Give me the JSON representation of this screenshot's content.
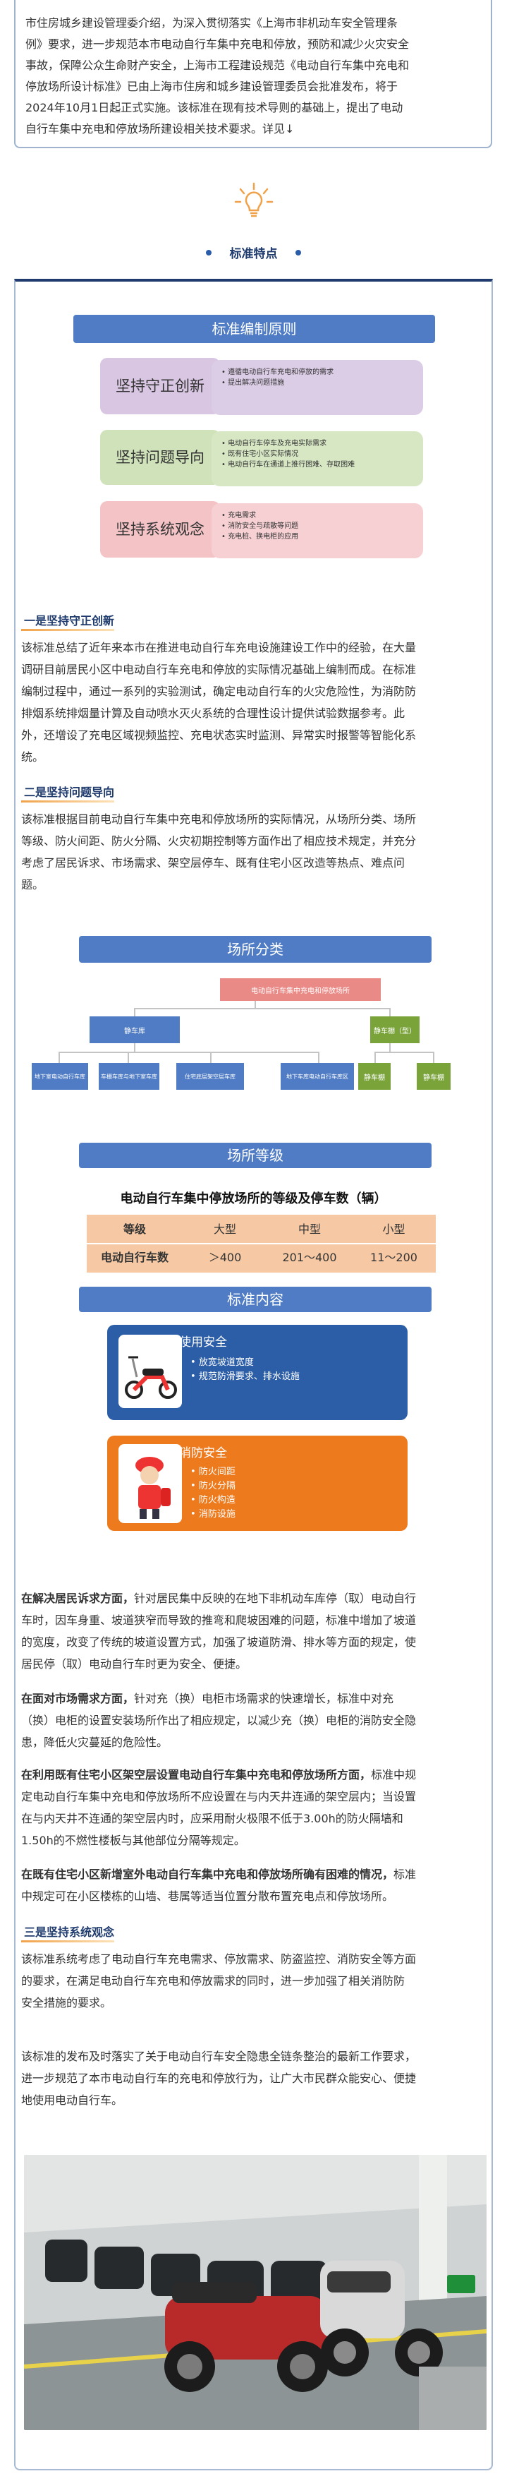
{
  "intro": {
    "lines": [
      "市住房城乡建设管理委介绍，为深入贯彻落实《上海市非机动车安全管理条",
      "例》要求，进一步规范本市电动自行车集中充电和停放，预防和减少火灾安全",
      "事故，保障公众生命财产安全，上海市工程建设规范《电动自行车集中充电和",
      "停放场所设计标准》已由上海市住房和城乡建设管理委员会批准发布，将于",
      "2024年10月1日起正式实施。该标准在现有技术导则的基础上，提出了电动",
      "自行车集中充电和停放场所建设相关技术要求。详见↓"
    ]
  },
  "section_title": "标准特点",
  "principles": {
    "banner": "标准编制原则",
    "rows": [
      {
        "label": "坚持守正创新",
        "items": [
          "遵循电动自行车充电和停放的需求",
          "提出解决问题措施"
        ]
      },
      {
        "label": "坚持问题导向",
        "items": [
          "电动自行车停车及充电实际需求",
          "既有住宅小区实际情况",
          "电动自行车在通道上推行困难、存取困难"
        ]
      },
      {
        "label": "坚持系统观念",
        "items": [
          "充电需求",
          "消防安全与疏散等问题",
          "充电桩、换电柜的应用"
        ]
      }
    ]
  },
  "h1": "一是坚持守正创新",
  "p1": [
    "该标准总结了近年来本市在推进电动自行车充电设施建设工作中的经验，在大量",
    "调研目前居民小区中电动自行车充电和停放的实际情况基础上编制而成。在标准",
    "编制过程中，通过一系列的实验测试，确定电动自行车的火灾危险性，为消防防",
    "排烟系统排烟量计算及自动喷水灭火系统的合理性设计提供试验数据参考。此",
    "外，还增设了充电区域视频监控、充电状态实时监测、异常实时报警等智能化系",
    "统。"
  ],
  "h2": "二是坚持问题导向",
  "p2": [
    "该标准根据目前电动自行车集中充电和停放场所的实际情况，从场所分类、场所",
    "等级、防火间距、防火分隔、火灾初期控制等方面作出了相应技术规定，并充分",
    "考虑了居民诉求、市场需求、架空层停车、既有住宅小区改造等热点、难点问",
    "题。"
  ],
  "classification": {
    "banner": "场所分类",
    "root": "电动自行车集中充电和停放场所",
    "indoor": "静车库",
    "outdoor": "静车棚（型）",
    "indoor_children": [
      "地下室电动自行车库",
      "车棚车库与地下室车库",
      "住宅底层架空层车库",
      "地下车库电动自行车库区"
    ],
    "outdoor_children": [
      "静车棚",
      "静车棚"
    ]
  },
  "grade": {
    "banner": "场所等级",
    "table_title": "电动自行车集中停放场所的等级及停车数（辆）",
    "headers": [
      "等级",
      "大型",
      "中型",
      "小型"
    ],
    "row": [
      "电动自行车数",
      "＞400",
      "201～400",
      "11～200"
    ]
  },
  "content": {
    "banner": "标准内容",
    "use_title": "使用安全",
    "use_items": [
      "放宽坡道宽度",
      "规范防滑要求、排水设施"
    ],
    "fire_title": "消防安全",
    "fire_items": [
      "防火间距",
      "防火分隔",
      "防火构造",
      "消防设施"
    ]
  },
  "para_a": {
    "lead": "在解决居民诉求方面，",
    "lines": [
      "针对居民集中反映的在地下非机动车库停（取）电动自行",
      "车时，因车身重、坡道狭窄而导致的推弯和爬坡困难的问题，标准中增加了坡道",
      "的宽度，改变了传统的坡道设置方式，加强了坡道防滑、排水等方面的规定，使",
      "居民停（取）电动自行车时更为安全、便捷。"
    ]
  },
  "para_b": {
    "lead": "在面对市场需求方面，",
    "lines": [
      "针对充（换）电柜市场需求的快速增长，标准中对充",
      "（换）电柜的设置安装场所作出了相应规定，以减少充（换）电柜的消防安全隐",
      "患，降低火灾蔓延的危险性。"
    ]
  },
  "para_c": {
    "lead": "在利用既有住宅小区架空层设置电动自行车集中充电和停放场所方面，",
    "lines": [
      "标准中规",
      "定电动自行车集中充电和停放场所不应设置在与内天井连通的架空层内；当设置",
      "在与内天井不连通的架空层内时，应采用耐火极限不低于3.00h的防火隔墙和",
      "1.50h的不燃性楼板与其他部位分隔等规定。"
    ]
  },
  "para_d": {
    "lead": "在既有住宅小区新增室外电动自行车集中充电和停放场所确有困难的情况，",
    "lines": [
      "标准",
      "中规定可在小区楼栋的山墙、巷属等适当位置分散布置充电点和停放场所。"
    ]
  },
  "h3": "三是坚持系统观念",
  "p3": [
    "该标准系统考虑了电动自行车充电需求、停放需求、防盗监控、消防安全等方面",
    "的要求，在满足电动自行车充电和停放需求的同时，进一步加强了相关消防防",
    "安全措施的要求。"
  ],
  "p4": [
    "该标准的发布及时落实了关于电动自行车安全隐患全链条整治的最新工作要求，",
    "进一步规范了本市电动自行车的充电和停放行为，让广大市民群众能安心、便捷",
    "地使用电动自行车。"
  ],
  "colors": {
    "navy": "#1f3b6e",
    "banner_blue": "#4f7cc4",
    "orange": "#ee7a1e",
    "green": "#7aa33a",
    "red": "#d9634a",
    "salmon": "#f6c9a4"
  }
}
